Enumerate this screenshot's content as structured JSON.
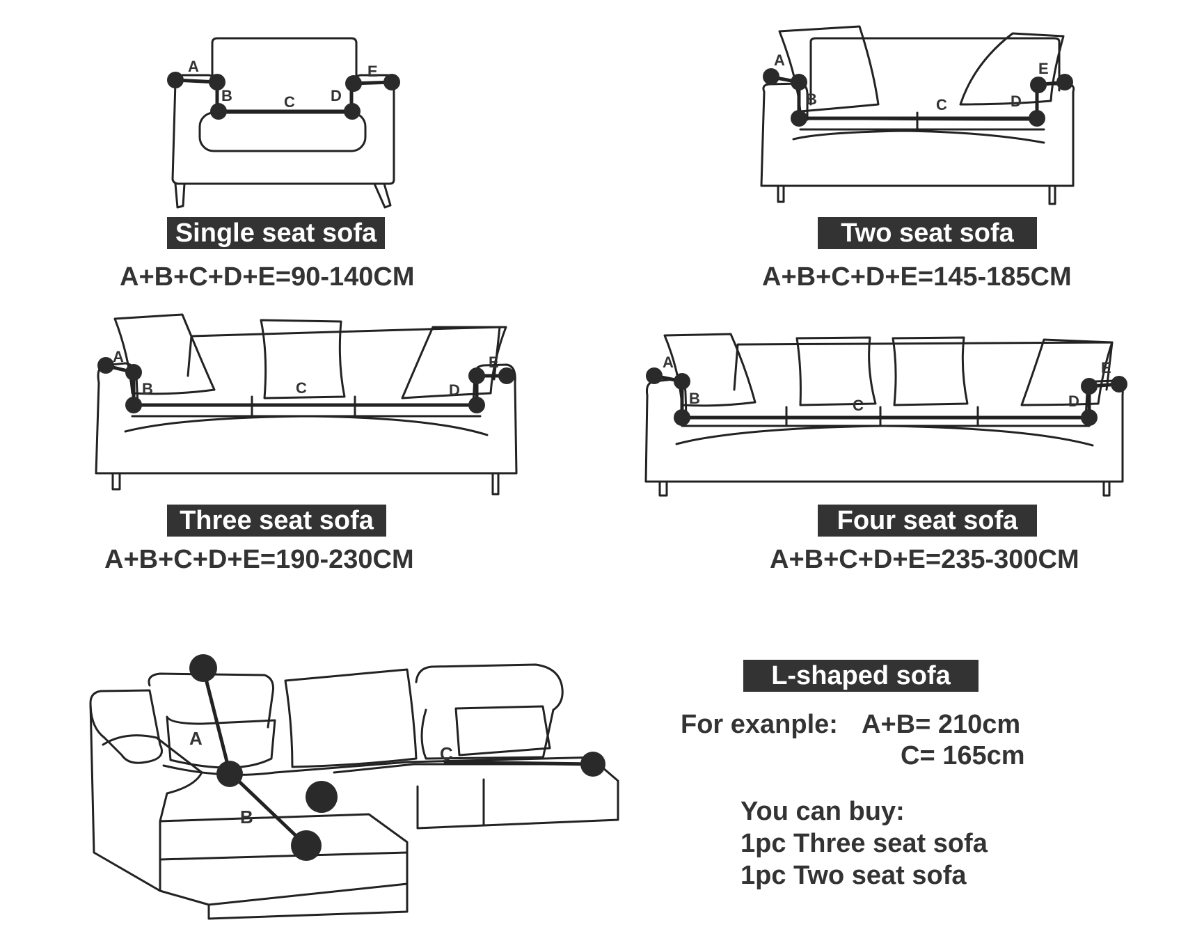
{
  "colors": {
    "ink": "#333333",
    "badge_bg": "#333333",
    "badge_text": "#ffffff",
    "background": "#ffffff"
  },
  "point_labels": {
    "a": "A",
    "b": "B",
    "c": "C",
    "d": "D",
    "e": "E"
  },
  "sofas": {
    "single": {
      "title": "Single seat sofa",
      "formula": "A+B+C+D+E=90-140CM"
    },
    "two": {
      "title": "Two seat sofa",
      "formula": "A+B+C+D+E=145-185CM"
    },
    "three": {
      "title": "Three seat sofa",
      "formula": "A+B+C+D+E=190-230CM"
    },
    "four": {
      "title": "Four seat sofa",
      "formula": "A+B+C+D+E=235-300CM"
    }
  },
  "l_shaped": {
    "title": "L-shaped sofa",
    "example_label": "For exanple:",
    "example_ab": "A+B= 210cm",
    "example_c": "C= 165cm",
    "buy_heading": "You can buy:",
    "buy_items": [
      "1pc Three seat sofa",
      "1pc Two seat sofa"
    ]
  }
}
